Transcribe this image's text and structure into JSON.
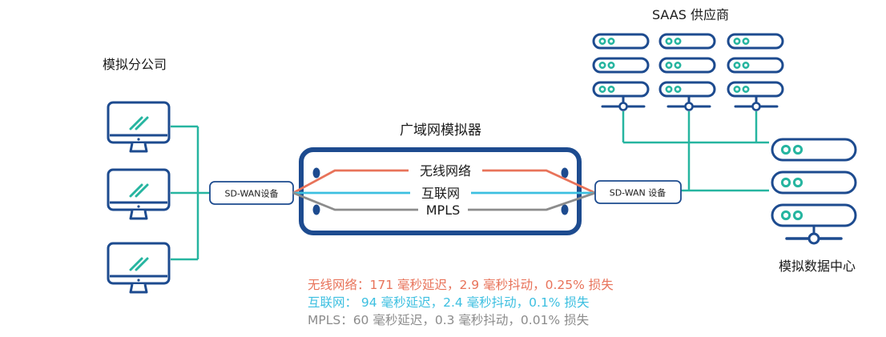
{
  "labels": {
    "branch_office": "模拟分公司",
    "saas_provider": "SAAS 供应商",
    "wan_simulator": "广域网模拟器",
    "data_center": "模拟数据中心",
    "sdwan_left": "SD-WAN设备",
    "sdwan_right": "SD-WAN 设备"
  },
  "links": [
    {
      "name": "无线网络",
      "color": "#e8735a"
    },
    {
      "name": "互联网",
      "color": "#3cbfe0"
    },
    {
      "name": "MPLS",
      "color": "#8c8c8c"
    }
  ],
  "stats": {
    "wireless": "无线网络：171 毫秒延迟，2.9 毫秒抖动，0.25% 损失",
    "internet": "互联网： 94 毫秒延迟，2.4 毫秒抖动，0.1% 损失",
    "mpls": "MPLS：60 毫秒延迟，0.3 毫秒抖动，0.01% 损失"
  },
  "colors": {
    "navy": "#1d4b8f",
    "teal": "#26b5a0",
    "wireless": "#e8735a",
    "internet": "#3cbfe0",
    "mpls": "#8c8c8c"
  }
}
